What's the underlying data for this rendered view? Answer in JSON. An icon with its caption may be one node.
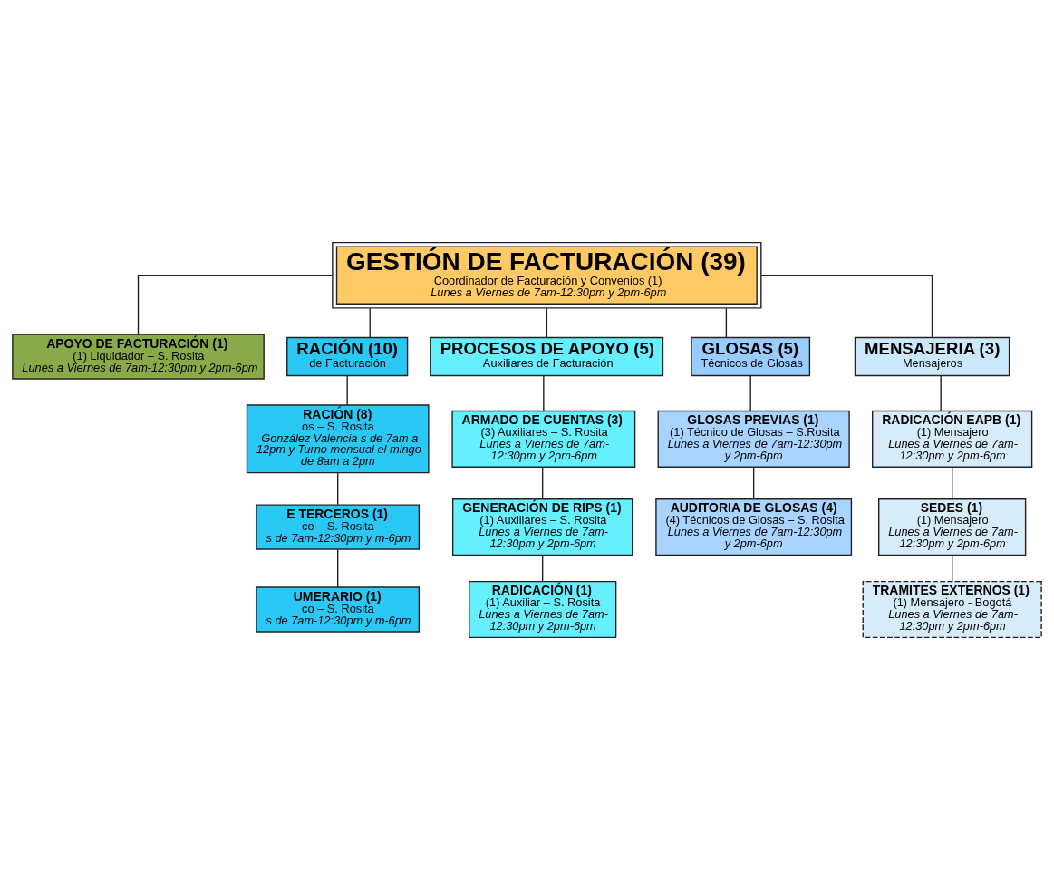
{
  "diagram": {
    "nodes": [
      {
        "text": [
          "GESTIÓN DE FACTURACIÓN (39)",
          "Coordinador de Facturación y Convenios (1)",
          "Lunes a Viernes de 7am-12:30pm y 2pm-6pm"
        ]
      },
      {
        "text": [
          "APOYO DE FACTURACIÓN (1)",
          "(1) Liquidador – S. Rosita",
          "Lunes a Viernes de 7am-12:30pm y 2pm-6pm"
        ]
      },
      {
        "text": [
          "RACIÓN (10)",
          "de Facturación"
        ]
      },
      {
        "text": [
          "PROCESOS DE APOYO (5)",
          "Auxiliares de Facturación"
        ]
      },
      {
        "text": [
          "GLOSAS (5)",
          "Técnicos de Glosas"
        ]
      },
      {
        "text": [
          "MENSAJERIA (3)",
          "Mensajeros"
        ]
      },
      {
        "text": [
          "RACIÓN (8)",
          "os – S. Rosita",
          "González Valencia s de 7am a 12pm y Turno mensual el mingo de 8am a 2pm"
        ]
      },
      {
        "text": [
          "E TERCEROS (1)",
          "co – S. Rosita",
          "s de 7am-12:30pm y m-6pm"
        ]
      },
      {
        "text": [
          "UMERARIO (1)",
          "co – S. Rosita",
          "s de 7am-12:30pm y m-6pm"
        ]
      },
      {
        "text": [
          "ARMADO DE CUENTAS (3)",
          "(3) Auxiliares – S. Rosita",
          "Lunes a Viernes de 7am- 12:30pm y 2pm-6pm"
        ]
      },
      {
        "text": [
          "GENERACIÓN DE RIPS (1)",
          "(1) Auxiliares – S. Rosita",
          "Lunes a Viernes de 7am- 12:30pm y 2pm-6pm"
        ]
      },
      {
        "text": [
          "RADICACIÓN (1)",
          "(1) Auxiliar – S. Rosita",
          "Lunes a Viernes de 7am- 12:30pm y 2pm-6pm"
        ]
      },
      {
        "text": [
          "GLOSAS PREVIAS (1)",
          "(1) Técnico de Glosas – S.Rosita",
          "Lunes a Viernes de 7am-12:30pm y 2pm-6pm"
        ]
      },
      {
        "text": [
          "AUDITORIA DE GLOSAS (4)",
          "(4) Técnicos de Glosas – S. Rosita",
          "Lunes a Viernes de 7am-12:30pm y 2pm-6pm"
        ]
      },
      {
        "text": [
          "RADICACIÓN EAPB (1)",
          "(1) Mensajero",
          "Lunes a Viernes de 7am- 12:30pm y 2pm-6pm"
        ]
      },
      {
        "text": [
          "SEDES (1)",
          "(1) Mensajero",
          "Lunes a Viernes de 7am- 12:30pm y 2pm-6pm"
        ]
      },
      {
        "text": [
          "TRAMITES EXTERNOS (1)",
          "(1) Mensajero - Bogotá",
          "Lunes a Viernes de 7am- 12:30pm y 2pm-6pm"
        ]
      }
    ],
    "edges": [
      {
        "from": 0,
        "to": 1,
        "arrow": "none"
      },
      {
        "from": 0,
        "to": 2,
        "arrow": "none"
      },
      {
        "from": 0,
        "to": 3,
        "arrow": "none"
      },
      {
        "from": 0,
        "to": 4,
        "arrow": "none"
      },
      {
        "from": 0,
        "to": 5,
        "arrow": "none"
      },
      {
        "from": 2,
        "to": 6,
        "arrow": "none"
      },
      {
        "from": 6,
        "to": 7,
        "arrow": "none"
      },
      {
        "from": 7,
        "to": 8,
        "arrow": "none"
      },
      {
        "from": 3,
        "to": 9,
        "arrow": "none"
      },
      {
        "from": 9,
        "to": 10,
        "arrow": "none"
      },
      {
        "from": 10,
        "to": 11,
        "arrow": "none"
      },
      {
        "from": 4,
        "to": 12,
        "arrow": "none"
      },
      {
        "from": 12,
        "to": 13,
        "arrow": "none"
      },
      {
        "from": 5,
        "to": 14,
        "arrow": "none"
      },
      {
        "from": 14,
        "to": 15,
        "arrow": "none"
      },
      {
        "from": 15,
        "to": 16,
        "arrow": "none"
      }
    ]
  }
}
